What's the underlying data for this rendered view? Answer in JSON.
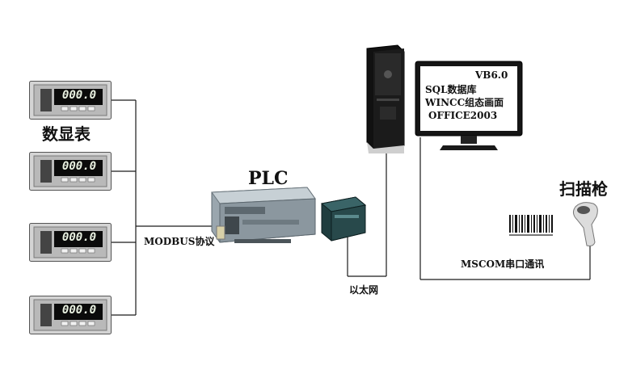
{
  "meters": {
    "label": "数显表",
    "reading": "000.0",
    "count": 4
  },
  "plc": {
    "label": "PLC"
  },
  "links": {
    "modbus": "MODBUS协议",
    "ethernet": "以太网",
    "mscom": "MSCOM串口通讯"
  },
  "monitor": {
    "lines": [
      "VB6.0",
      "SQL数据库",
      "WINCC组态画面",
      "OFFICE2003"
    ]
  },
  "scanner": {
    "label": "扫描枪"
  },
  "colors": {
    "line": "#1a1a1a",
    "meter_display": "#0b0b0b",
    "meter_digits": "#e8f0e0",
    "plc_body": "#8e9aa3",
    "module_body": "#1f3d3f",
    "tower_body": "#111111"
  }
}
